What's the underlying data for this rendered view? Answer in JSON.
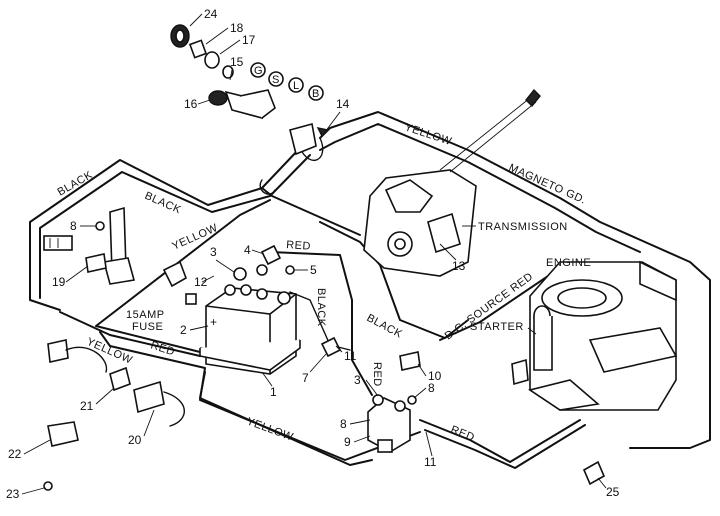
{
  "wire_labels": {
    "yellow_top": "YELLOW",
    "magneto_gd": "MAGNETO GD.",
    "black_left_upper": "BLACK",
    "black_left": "BLACK",
    "yellow_mid": "YELLOW",
    "red_top": "RED",
    "black_vertical": "BLACK",
    "black_right": "BLACK",
    "dc_source_red": "D.C. SOURCE RED",
    "red_left": "RED",
    "yellow_left": "YELLOW",
    "red_right": "RED",
    "yellow_bottom": "YELLOW",
    "red_lower": "RED"
  },
  "component_labels": {
    "transmission": "TRANSMISSION",
    "engine": "ENGINE",
    "starter": "STARTER",
    "fuse_line1": "15AMP",
    "fuse_line2": "FUSE",
    "battery_plus": "+",
    "key_g": "G",
    "key_s": "S",
    "key_l": "L",
    "key_b": "B"
  },
  "callouts": {
    "n1": "1",
    "n2": "2",
    "n3a": "3",
    "n3b": "3",
    "n4": "4",
    "n5": "5",
    "n7": "7",
    "n8a": "8",
    "n8b": "8",
    "n8c": "8",
    "n9": "9",
    "n10": "10",
    "n11a": "11",
    "n11b": "11",
    "n12": "12",
    "n13": "13",
    "n14": "14",
    "n15": "15",
    "n16": "16",
    "n17": "17",
    "n18": "18",
    "n19": "19",
    "n20": "20",
    "n21": "21",
    "n22": "22",
    "n23": "23",
    "n24": "24",
    "n25": "25"
  }
}
